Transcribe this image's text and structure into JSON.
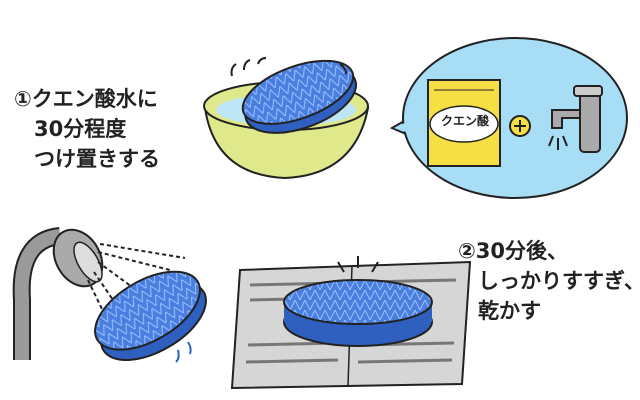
{
  "step1": {
    "lines": [
      "①クエン酸水に",
      "30分程度",
      "つけ置きする"
    ]
  },
  "step2": {
    "lines": [
      "②30分後、",
      "しっかりすすぎ、",
      "乾かす"
    ]
  },
  "packet": {
    "label": "クエン酸"
  },
  "colors": {
    "filter": "#4a7fe0",
    "basin": "#dfe88a",
    "bubble": "#a8ddf6",
    "packet": "#f6df45",
    "water": "#bfe6f7"
  }
}
